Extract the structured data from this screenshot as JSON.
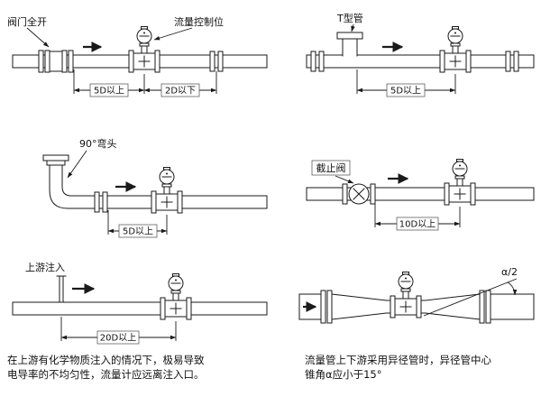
{
  "figure": {
    "background": "#ffffff",
    "line_color": "#1a1a1a"
  },
  "panel1": {
    "label_valve_open": "阀门全开",
    "label_flow_control": "流量控制位",
    "dim_upstream": "5D以上",
    "dim_downstream": "2D以下"
  },
  "panel2": {
    "label_t_pipe": "T型管",
    "dim": "5D以上"
  },
  "panel3": {
    "label_elbow": "90°弯头",
    "dim": "5D以上"
  },
  "panel4": {
    "label_stop_valve": "截止阀",
    "dim": "10D以上"
  },
  "panel5": {
    "label_injection": "上游注入",
    "dim": "20D以上",
    "caption_line1": "在上游有化学物质注入的情况下，极易导致",
    "caption_line2": "电导率的不均匀性，流量计应远离注入口。"
  },
  "panel6": {
    "label_angle": "α/2",
    "caption_line1": "流量管上下游采用异径管时，异径管中心",
    "caption_line2": "锥角α应小于15°"
  }
}
